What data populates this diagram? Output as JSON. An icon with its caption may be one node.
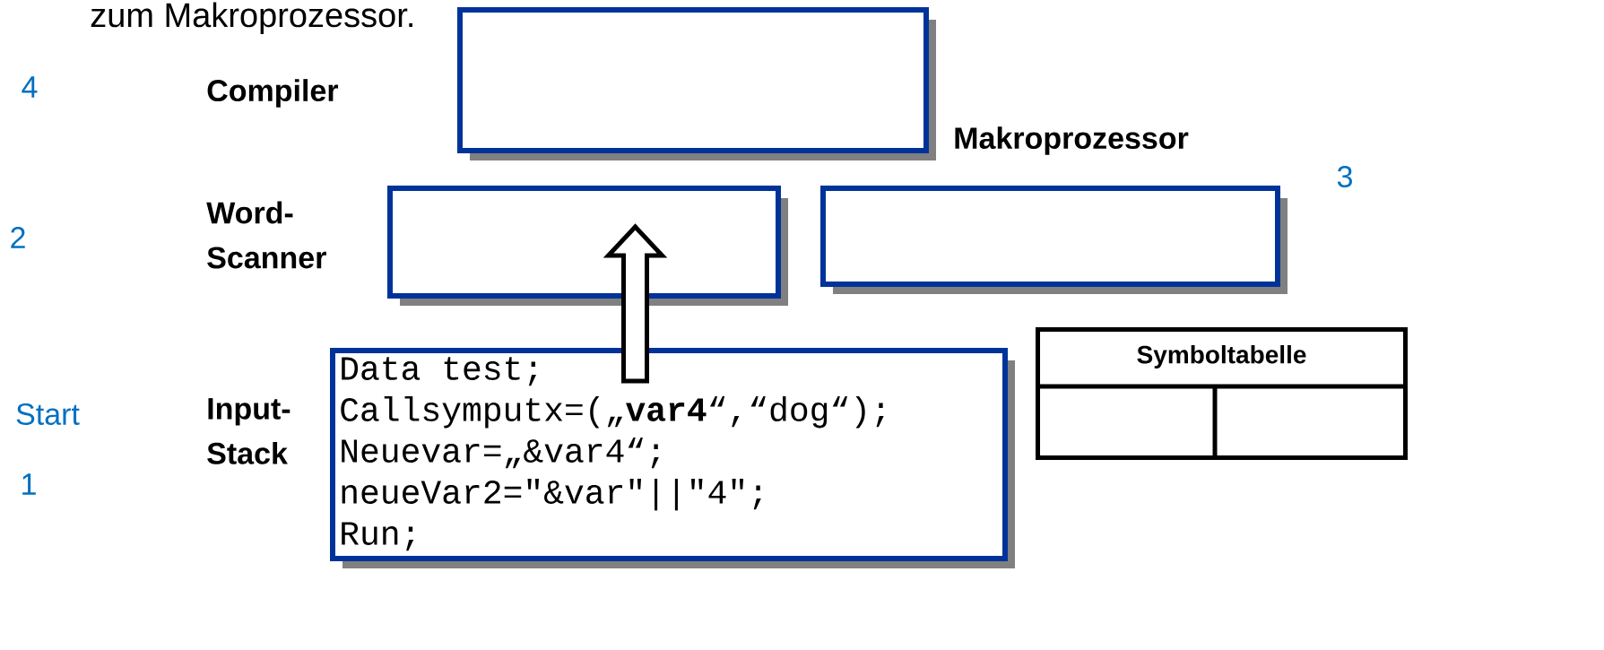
{
  "diagram": {
    "nodes": [
      {
        "text": [],
        "shape": "box"
      },
      {
        "text": [],
        "shape": "box",
        "beside": [
          "Word-Scanner"
        ]
      },
      {
        "text": [],
        "shape": "box"
      },
      {
        "text": [
          "Data test;",
          "Callsymputx=(„**var4**“,“dog“);",
          "Neuevar=„&var4“;",
          "neueVar2=\"&var\"||\"4\";",
          "Run;"
        ],
        "beside": [
          "Input-Stack"
        ]
      },
      {
        "text": [
          "Symboltabelle"
        ]
      }
    ],
    "edges": [
      {
        "from": 3,
        "to": 1,
        "arrow": "to"
      }
    ],
    "labels": [
      "zum Makroprozessor.",
      "4",
      "Compiler",
      "Makroprozessor",
      "3",
      "2",
      "Start",
      "1"
    ]
  }
}
